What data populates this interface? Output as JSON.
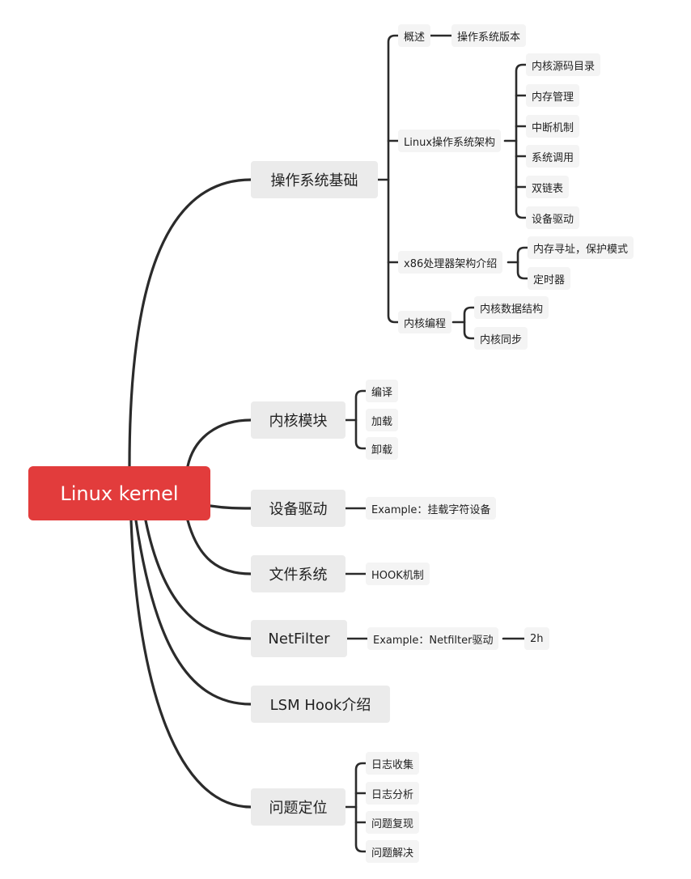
{
  "root": {
    "label": "Linux kernel"
  },
  "branches": {
    "os_basics": {
      "label": "操作系统基础",
      "overview": {
        "label": "概述",
        "version": "操作系统版本"
      },
      "architecture": {
        "label": "Linux操作系统架构",
        "items": [
          "内核源码目录",
          "内存管理",
          "中断机制",
          "系统调用",
          "双链表",
          "设备驱动"
        ]
      },
      "x86": {
        "label": "x86处理器架构介绍",
        "items": [
          "内存寻址，保护模式",
          "定时器"
        ]
      },
      "kernel_programming": {
        "label": "内核编程",
        "items": [
          "内核数据结构",
          "内核同步"
        ]
      }
    },
    "kernel_modules": {
      "label": "内核模块",
      "items": [
        "编译",
        "加载",
        "卸载"
      ]
    },
    "device_drivers": {
      "label": "设备驱动",
      "example": "Example：挂载字符设备"
    },
    "file_system": {
      "label": "文件系统",
      "hook": "HOOK机制"
    },
    "netfilter": {
      "label": "NetFilter",
      "example": "Example：Netfilter驱动",
      "duration": "2h"
    },
    "lsm": {
      "label": "LSM Hook介绍"
    },
    "troubleshooting": {
      "label": "问题定位",
      "items": [
        "日志收集",
        "日志分析",
        "问题复现",
        "问题解决"
      ]
    }
  }
}
